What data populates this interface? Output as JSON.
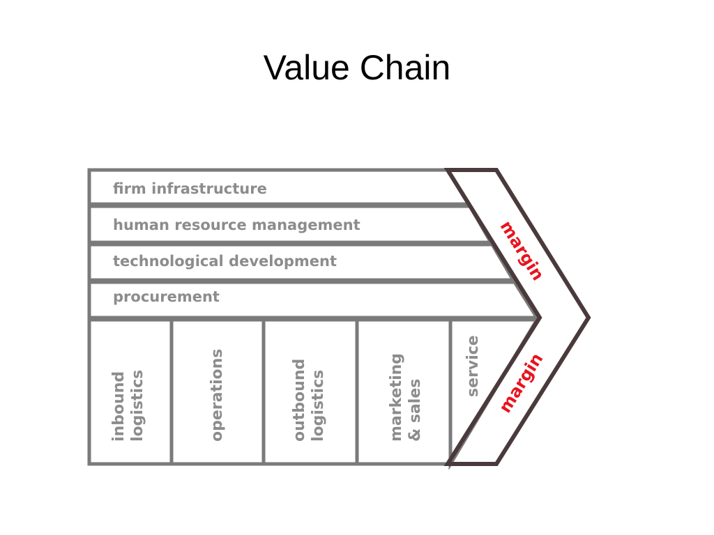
{
  "slide": {
    "title": "Value Chain"
  },
  "diagram": {
    "support_activities": [
      "firm infrastructure",
      "human resource management",
      "technological development",
      "procurement"
    ],
    "primary_activities": [
      {
        "line1": "inbound",
        "line2": "logistics"
      },
      {
        "line1": "operations",
        "line2": ""
      },
      {
        "line1": "outbound",
        "line2": "logistics"
      },
      {
        "line1": "marketing",
        "line2": "& sales"
      },
      {
        "line1": "service",
        "line2": ""
      }
    ],
    "margin_label": "margin",
    "colors": {
      "box_border": "#7a7a7a",
      "label_text": "#8c8c8c",
      "margin_border": "#4a3a3c",
      "margin_text": "#e8141e"
    }
  }
}
